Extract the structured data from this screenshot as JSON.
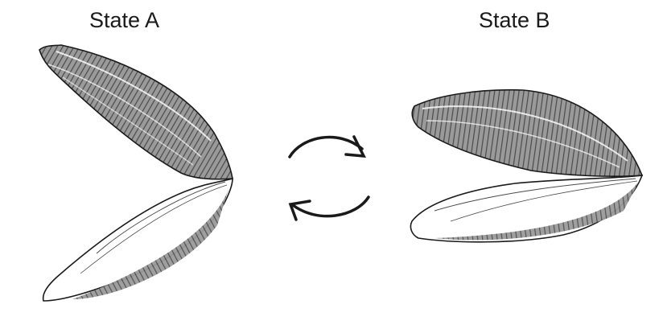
{
  "labels": {
    "state_a": "State A",
    "state_b": "State B"
  },
  "diagram": {
    "states": [
      {
        "id": "A",
        "description_icon": "shell-open-wide-icon"
      },
      {
        "id": "B",
        "description_icon": "shell-nearly-closed-icon"
      }
    ],
    "transition_arrows": [
      "arrow-forward-icon",
      "arrow-backward-icon"
    ],
    "stroke_color": "#1a1a1a",
    "fill_dark": "#8a8a8a",
    "fill_light": "#ffffff"
  }
}
